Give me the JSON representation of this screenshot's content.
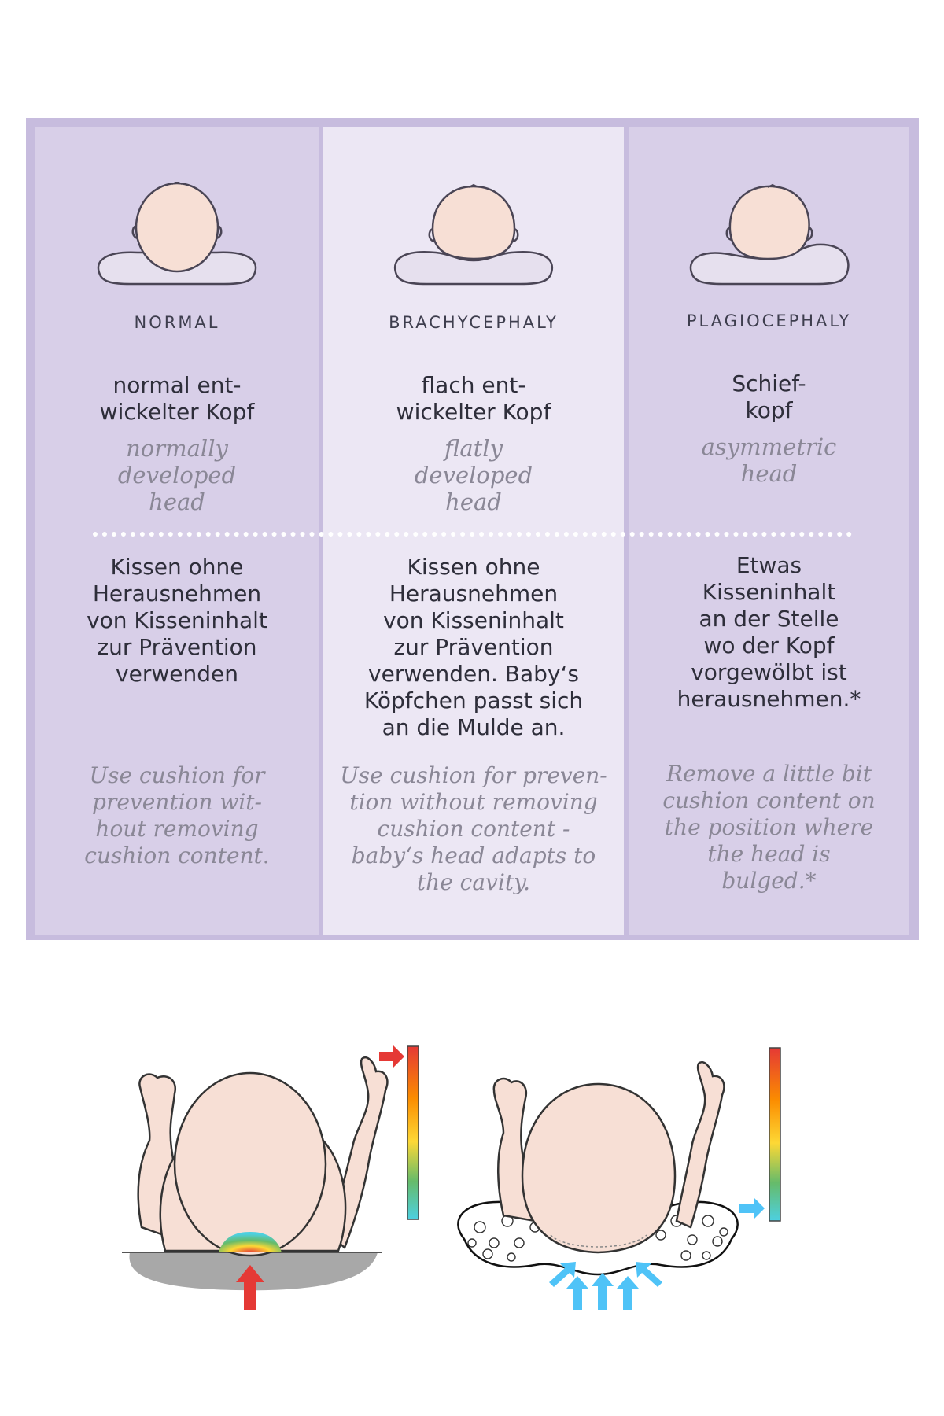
{
  "columns": [
    {
      "label": "NORMAL",
      "title_de": "normal ent-\nwickelter Kopf",
      "title_en": "normally\ndeveloped\nhead",
      "body_de": "Kissen ohne\nHerausnehmen\nvon Kisseninhalt\nzur Prävention\nverwenden",
      "body_en": "Use cushion for\nprevention wit-\nhout removing\ncushion content."
    },
    {
      "label": "BRACHYCEPHALY",
      "title_de": "flach ent-\nwickelter Kopf",
      "title_en": "flatly\ndeveloped\nhead",
      "body_de": "Kissen ohne\nHerausnehmen\nvon Kisseninhalt\nzur Prävention\nverwenden. Baby‘s\nKöpfchen passt sich\nan die Mulde an.",
      "body_en": "Use cushion for preven-\ntion without removing\ncushion content -\nbaby‘s head adapts to\nthe cavity."
    },
    {
      "label": "PLAGIOCEPHALY",
      "title_de": "Schief-\nkopf",
      "title_en": "asymmetric\nhead",
      "body_de": "Etwas\nKisseninhalt\nan der Stelle\nwo der Kopf\nvorgewölbt ist\nherausnehmen.*",
      "body_en": "Remove a little bit\ncushion content on\nthe position where\nthe head is\nbulged.*"
    }
  ],
  "colors": {
    "card_border": "#c7bcde",
    "column_dark": "#d8cfe8",
    "column_light": "#ece7f4",
    "skin": "#f7dfd5",
    "pressure_high": "#e53935",
    "pressure_low": "#4fc3f7"
  },
  "icons": {
    "head_normal": "head-on-pillow-icon",
    "head_brachy": "flat-head-on-pillow-icon",
    "head_plagio": "asymmetric-head-on-pillow-icon"
  }
}
